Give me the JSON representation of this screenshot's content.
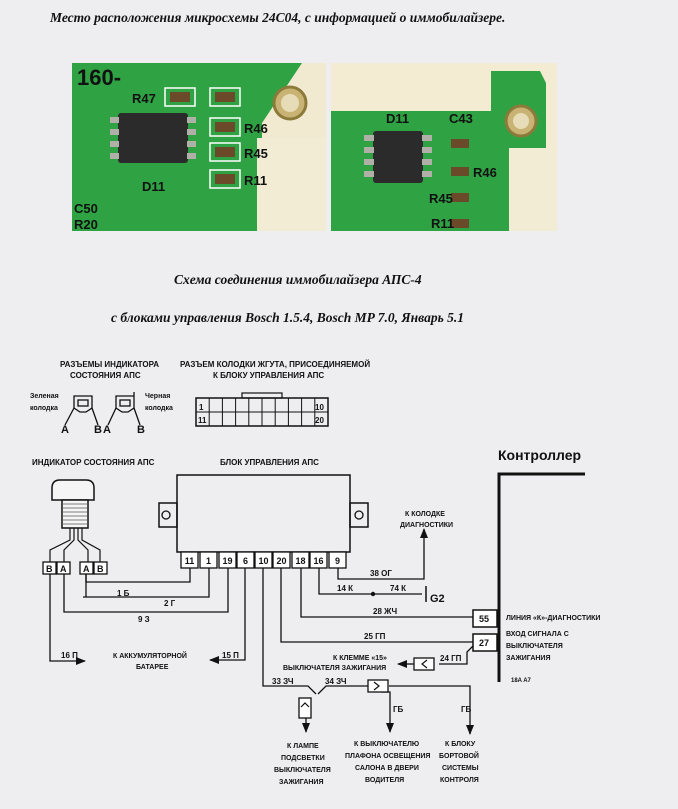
{
  "page": {
    "heading_photos": "Место расположения микросхемы 24C04, с информацией о иммобилайзере.",
    "heading_scheme_line1": "Схема соединения иммобилайзера АПС-4",
    "heading_scheme_line2": "с блоками управления Bosch 1.5.4, Bosch MP 7.0, Январь 5.1"
  },
  "photos": {
    "left": {
      "labels": [
        "R47",
        "R46",
        "R45",
        "R11",
        "D11",
        "C50",
        "R20"
      ],
      "marking": "160-"
    },
    "right": {
      "labels": [
        "D11",
        "C43",
        "R46",
        "R45",
        "R11"
      ]
    }
  },
  "colors": {
    "background": "#eeeef0",
    "pcb_green": "#2fa243",
    "pcb_tape": "#f1ead0",
    "line": "#111111"
  },
  "diagram": {
    "indicator_connectors": {
      "title_line1": "РАЗЪЕМЫ ИНДИКАТОРА",
      "title_line2": "СОСТОЯНИЯ АПС",
      "green_line1": "Зеленая",
      "green_line2": "колодка",
      "black_line1": "Черная",
      "black_line2": "колодка",
      "pin_a": "A",
      "pin_b": "B"
    },
    "harness_connector": {
      "title_line1": "РАЗЪЕМ КОЛОДКИ ЖГУТА, ПРИСОЕДИНЯЕМОЙ",
      "title_line2": "К БЛОКУ УПРАВЛЕНИЯ АПС",
      "pin_1": "1",
      "pin_10": "10",
      "pin_11": "11",
      "pin_20": "20"
    },
    "indicator": {
      "title": "ИНДИКАТОР СОСТОЯНИЯ АПС",
      "pins": [
        "B",
        "A",
        "A",
        "B"
      ]
    },
    "control_unit": {
      "title": "БЛОК УПРАВЛЕНИЯ АПС",
      "pins": [
        "11",
        "1",
        "19",
        "6",
        "10",
        "20",
        "18",
        "16",
        "9"
      ]
    },
    "controller": {
      "title": "Контроллер",
      "pin_55": "55",
      "pin_27": "27",
      "label_55": "ЛИНИЯ «К»-ДИАГНОСТИКИ",
      "label_27_line1": "ВХОД СИГНАЛА С",
      "label_27_line2": "ВЫКЛЮЧАТЕЛЯ",
      "label_27_line3": "ЗАЖИГАНИЯ",
      "code": "18A A7"
    },
    "wires": {
      "w38": "38 ОГ",
      "w14": "14 К",
      "w74": "74 К",
      "ground": "G2",
      "w28": "28 ЖЧ",
      "w25": "25 ГП",
      "w24": "24 ГП",
      "w1": "1 Б",
      "w2": "2 Г",
      "w9": "9 З",
      "w16": "16 П",
      "w15": "15 П",
      "w33": "33 ЗЧ",
      "w34": "34 ЗЧ",
      "gb1": "ГБ",
      "gb2": "ГБ"
    },
    "destinations": {
      "diag_line1": "К КОЛОДКЕ",
      "diag_line2": "ДИАГНОСТИКИ",
      "battery_line1": "К АККУМУЛЯТОРНОЙ",
      "battery_line2": "БАТАРЕЕ",
      "ign_line1": "К КЛЕММЕ «15»",
      "ign_line2": "ВЫКЛЮЧАТЕЛЯ ЗАЖИГАНИЯ",
      "lamp": [
        "К ЛАМПЕ",
        "ПОДСВЕТКИ",
        "ВЫКЛЮЧАТЕЛЯ",
        "ЗАЖИГАНИЯ"
      ],
      "door": [
        "К ВЫКЛЮЧАТЕЛЮ",
        "ПЛАФОНА ОСВЕЩЕНИЯ",
        "САЛОНА В ДВЕРИ",
        "ВОДИТЕЛЯ"
      ],
      "bsk": [
        "К БЛОКУ",
        "БОРТОВОЙ",
        "СИСТЕМЫ",
        "КОНТРОЛЯ"
      ]
    }
  }
}
